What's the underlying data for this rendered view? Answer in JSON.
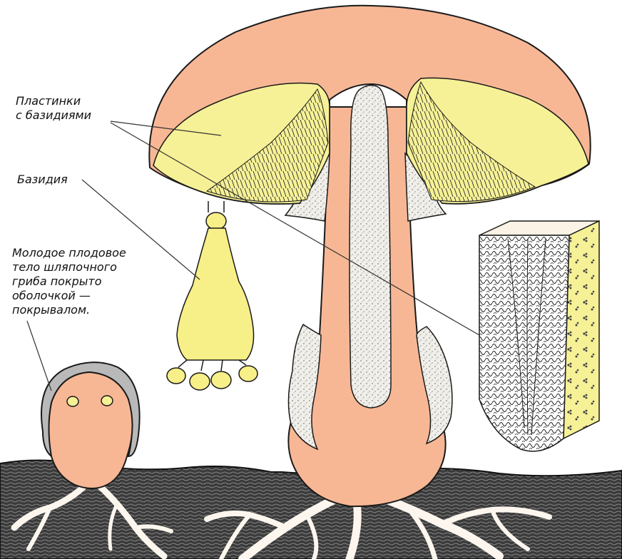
{
  "labels": {
    "plates_line1": "Пластинки",
    "plates_line2": "с базидиями",
    "basidium": "Базидия",
    "young_line1": "Молодое плодовое",
    "young_line2": "тело шляпочного",
    "young_line3": "гриба покрыто",
    "young_line4": "оболочкой —",
    "young_line5": "покрывалом."
  },
  "colors": {
    "mushroom_flesh": "#f7b795",
    "gills_yellow": "#f6f196",
    "basidium_yellow": "#f7ef88",
    "soil_dark": "#3a3a3a",
    "mycelium": "#fdf6ee",
    "stem_hollow": "#f2f0ec",
    "outline": "#1a1a1a"
  }
}
